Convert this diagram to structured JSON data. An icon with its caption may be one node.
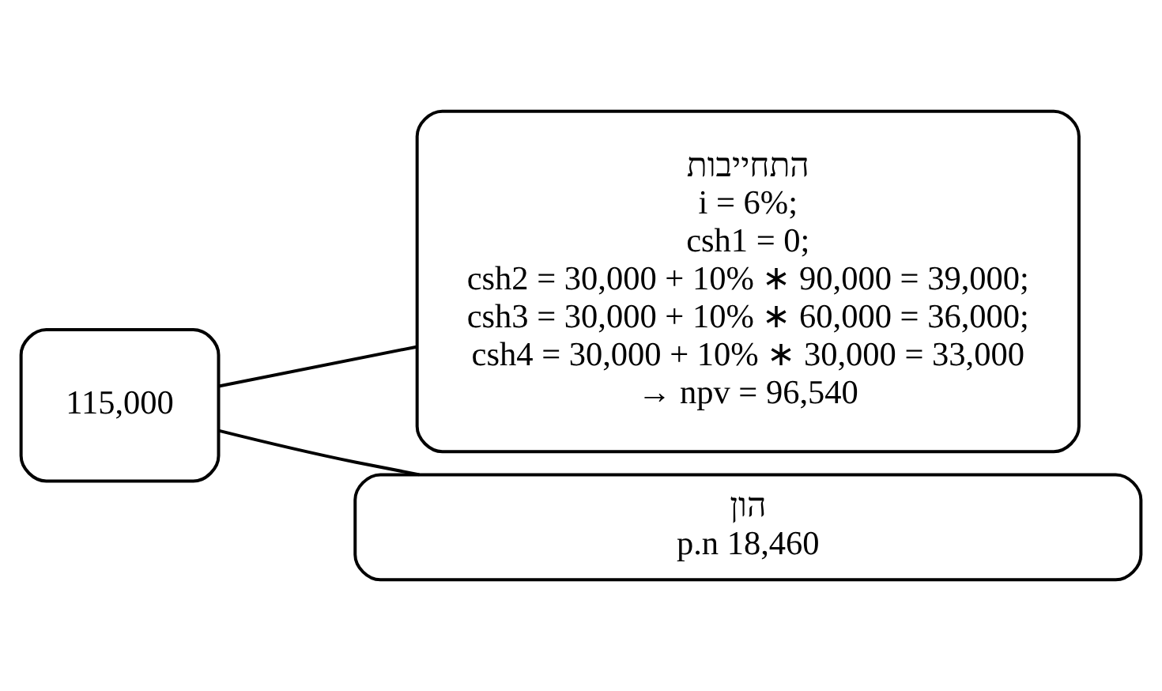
{
  "diagram": {
    "nodes": [
      {
        "text": [
          "115,000"
        ]
      },
      {
        "text": [
          "התחייבות",
          "i = 6%;",
          "csh1 = 0;",
          "csh2 = 30,000 + 10% ∗ 90,000 = 39,000;",
          "csh3 = 30,000 + 10% ∗ 60,000 = 36,000;",
          "csh4 = 30,000 + 10% ∗ 30,000 = 33,000",
          "→ npv = 96,540"
        ]
      },
      {
        "text": [
          "הון",
          "p.n 18,460"
        ]
      }
    ],
    "edges": [
      {
        "from": 0,
        "to": 1,
        "arrow": "none"
      },
      {
        "from": 0,
        "to": 2,
        "arrow": "none"
      }
    ]
  }
}
